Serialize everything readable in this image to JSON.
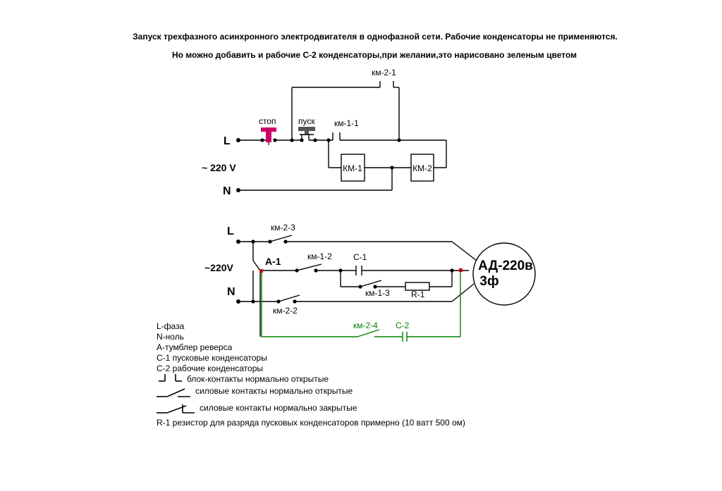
{
  "title": {
    "line1": "Запуск трехфазного асинхронного электродвигателя в однофазной сети.  Рабочие конденсаторы не применяются.",
    "line2": "Но можно добавить и рабочие С-2 конденсаторы,при желании,это нарисовано зеленым цветом"
  },
  "control_circuit": {
    "L": "L",
    "N": "N",
    "voltage": "~ 220 V",
    "stop": "стоп",
    "start": "пуск",
    "km21": "км-2-1",
    "km11": "км-1-1",
    "coil1": "КМ-1",
    "coil2": "КМ-2"
  },
  "power_circuit": {
    "L": "L",
    "N": "N",
    "voltage": "~220V",
    "toggle": "А-1",
    "km23": "км-2-3",
    "km12": "км-1-2",
    "c1": "С-1",
    "km13": "км-1-3",
    "r1": "R-1",
    "km22": "км-2-2",
    "km24": "км-2-4",
    "c2": "С-2",
    "motor_line1": "АД-220в",
    "motor_line2": "3ф"
  },
  "legend": {
    "l": "L-фаза",
    "n": "N-ноль",
    "a": "А-тумблер реверса",
    "c1": "С-1 пусковые конденсаторы",
    "c2": "С-2 рабочие конденсаторы",
    "block_contacts": "блок-контакты  нормально  открытые",
    "power_no": "силовые контакты нормально открытые",
    "power_nc": "силовые контакты нормально закрытые",
    "r1": "R-1 резистор для разряда пусковых конденсаторов   примерно  (10 ватт 500 ом)"
  },
  "colors": {
    "wire": "#000000",
    "optional_circuit": "#008000",
    "stop_button": "#cc0066",
    "start_button": "#555555",
    "junction": "#000000",
    "terminal_marker": "#cc0000"
  }
}
